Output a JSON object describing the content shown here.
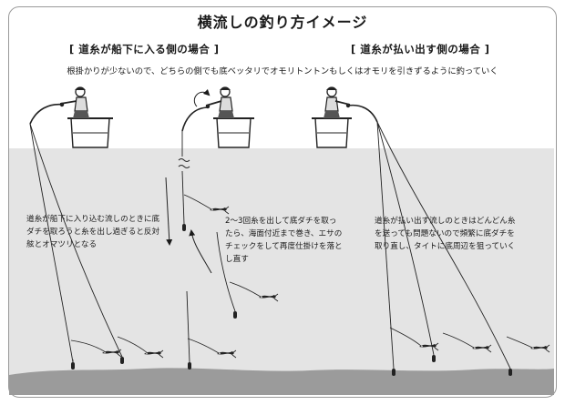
{
  "title": "横流しの釣り方イメージ",
  "left_heading": "[ 道糸が船下に入る側の場合 ]",
  "right_heading": "[ 道糸が払い出す側の場合 ]",
  "subtitle": "根掛かりが少ないので、どちらの側でも底ベッタリでオモリトントンもしくはオモリを引きずるように釣っていく",
  "notes": {
    "left": "道糸が船下に入り込む流しのときに底ダチを取ろうと糸を出し過ぎると反対舷とオマツリとなる",
    "center": "2～3回糸を出して底ダチを取ったら、海面付近まで巻き、エサのチェックをして再度仕掛けを落とし直す",
    "right": "道糸が払い出す流しのときはどんどん糸を送っても問題ないので頻繁に底ダチを取り直し、タイトに底周辺を狙っていく"
  },
  "icons": {
    "angler": "angler-icon",
    "boat": "boat-hull-icon",
    "reel_rotation": "reel-rotation-arrow-icon",
    "bait": "shrimp-bait-icon",
    "sinker": "sinker-icon",
    "seabed": "seabed-icon"
  },
  "colors": {
    "sea": "#e4e4e4",
    "seabed": "#9b9b9b",
    "line": "#1a1a1a",
    "frame": "#9a9a9a"
  }
}
